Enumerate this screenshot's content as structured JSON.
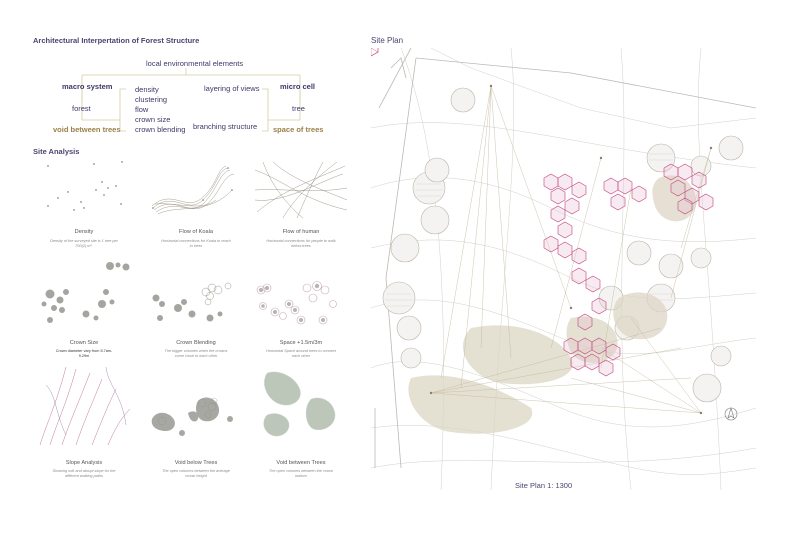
{
  "left_title": "Architectural Interpertation of Forest Structure",
  "diagram": {
    "top": "local environmental elements",
    "left_upper": "macro system",
    "left_mid": "forest",
    "left_bottom": "void between trees",
    "middle_list": [
      "density",
      "clustering",
      "flow",
      "crown size",
      "crown blending"
    ],
    "right_upper_mid": "layering of views",
    "right_lower_mid": "branching structure",
    "right_upper": "micro cell",
    "right_mid": "tree",
    "right_bottom": "space of trees"
  },
  "site_analysis_title": "Site Analysis",
  "analysis_cells": [
    {
      "title": "Density",
      "sub": "Density of the surveyed site is 1 tree per 700(2) m²."
    },
    {
      "title": "Flow of Koala",
      "sub": "Horizontal connections for Koala to reach in trees"
    },
    {
      "title": "Flow of human",
      "sub": "Horizontal connections for people to walk below trees"
    },
    {
      "title": "Crown Size",
      "sub": "Crown diameter vary from 5.7am-9.29m"
    },
    {
      "title": "Crown Blending",
      "sub": "The bigger volumes when the crowns come close to each other"
    },
    {
      "title": "Space +1.5m/3m",
      "sub": "Horizontal Space around trees to connect each other"
    },
    {
      "title": "Slope Analysis",
      "sub": "Showing soft and abrupt slope for the different walking paths"
    },
    {
      "title": "Void below Trees",
      "sub": "The open volumes between the average crown height"
    },
    {
      "title": "Void between Trees",
      "sub": "The open volumes between the crown bottom"
    }
  ],
  "site_plan_title": "Site Plan",
  "site_plan_caption": "Site Plan 1: 1300",
  "colors": {
    "accent_magenta": "#c2407a",
    "tree_circle": "#b9b4aa",
    "blob": "#d8d2bf",
    "label_navy": "#3d3868",
    "label_gold": "#9a8048"
  }
}
